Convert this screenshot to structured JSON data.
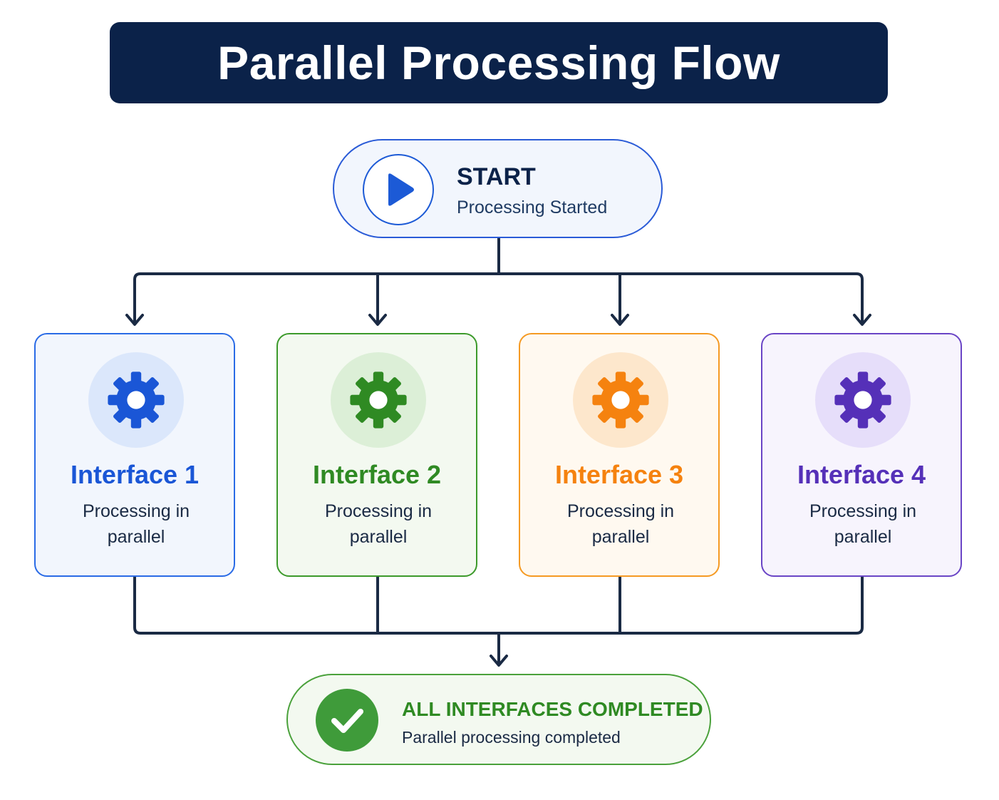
{
  "title": "Parallel Processing Flow",
  "start": {
    "title": "START",
    "subtitle": "Processing Started",
    "icon": "play-icon",
    "color": "#1c5ad6"
  },
  "interfaces": [
    {
      "title": "Interface 1",
      "description": "Processing in parallel",
      "icon": "gear-icon",
      "color": "#1a56d6"
    },
    {
      "title": "Interface 2",
      "description": "Processing in parallel",
      "icon": "gear-icon",
      "color": "#2f8a23"
    },
    {
      "title": "Interface 3",
      "description": "Processing in parallel",
      "icon": "gear-icon",
      "color": "#f5820f"
    },
    {
      "title": "Interface 4",
      "description": "Processing in parallel",
      "icon": "gear-icon",
      "color": "#5530b8"
    }
  ],
  "end": {
    "title": "ALL INTERFACES COMPLETED",
    "subtitle": "Parallel processing completed",
    "icon": "checkmark-icon",
    "color": "#3f9b3a"
  },
  "colors": {
    "title_bar": "#0b2249",
    "connector": "#1a2a44"
  }
}
